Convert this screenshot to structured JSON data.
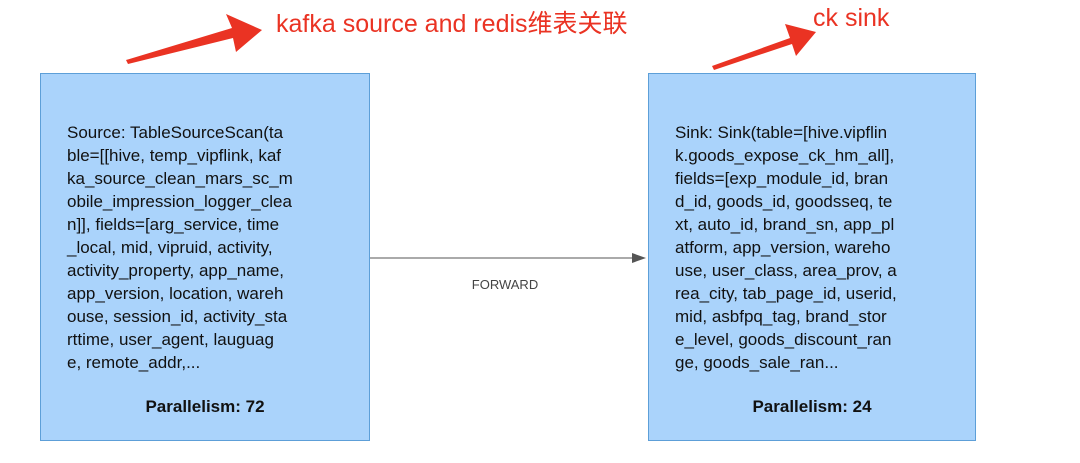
{
  "annotations": {
    "left": "kafka source and redis维表关联",
    "right": "ck sink"
  },
  "nodes": {
    "source": {
      "description": "Source: TableSourceScan(ta\nble=[[hive, temp_vipflink, kaf\nka_source_clean_mars_sc_m\nobile_impression_logger_clea\nn]], fields=[arg_service, time\n_local, mid, vipruid, activity,\nactivity_property, app_name,\napp_version, location, wareh\nouse, session_id, activity_sta\nrttime, user_agent, lauguag\ne, remote_addr,...",
      "parallelism": "Parallelism: 72"
    },
    "sink": {
      "description": "Sink: Sink(table=[hive.vipflin\nk.goods_expose_ck_hm_all],\nfields=[exp_module_id, bran\nd_id, goods_id, goodsseq, te\nxt, auto_id, brand_sn, app_pl\natform, app_version, wareho\nuse, user_class, area_prov, a\nrea_city, tab_page_id, userid,\nmid, asbfpq_tag, brand_stor\ne_level, goods_discount_ran\nge, goods_sale_ran...",
      "parallelism": "Parallelism: 24"
    }
  },
  "edge": {
    "label": "FORWARD"
  },
  "colors": {
    "node_fill": "#aad3fb",
    "node_border": "#5d9fd8",
    "annotation": "#ea3323",
    "edge": "#555555"
  }
}
